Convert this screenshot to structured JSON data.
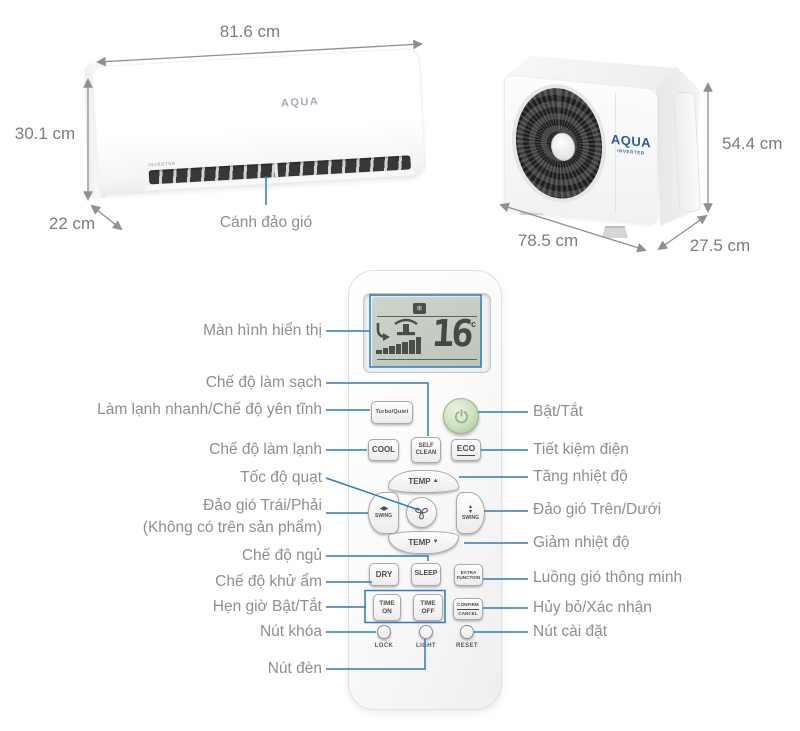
{
  "indoor_unit": {
    "brand": "AQUA",
    "inverter_label": "INVERTER",
    "dim_width": "81.6 cm",
    "dim_height": "30.1 cm",
    "dim_depth": "22 cm",
    "flap_callout": "Cánh đảo gió"
  },
  "outdoor_unit": {
    "brand": "AQUA",
    "inverter_label": "INVERTER",
    "dim_height": "54.4 cm",
    "dim_width": "78.5 cm",
    "dim_depth": "27.5 cm"
  },
  "remote": {
    "display": {
      "temperature": "16",
      "unit": "c",
      "mode": "snowflake-icon",
      "fan_level_bars": 7
    },
    "icons": {
      "snowflake": "❄",
      "arrow_up": "▲",
      "arrow_down": "▼",
      "arrow_left": "◀",
      "arrow_right": "▶"
    },
    "buttons": {
      "turbo_quiet": "Turbo/Quiet",
      "cool": "COOL",
      "self_clean": [
        "SELF",
        "CLEAN"
      ],
      "eco": "ECO",
      "temp_up": {
        "label": "TEMP",
        "arrow": "▲"
      },
      "temp_down": {
        "label": "TEMP",
        "arrow": "▼"
      },
      "swing_lr": {
        "label": "SWING"
      },
      "swing_ud": {
        "label": "SWING"
      },
      "dry": "DRY",
      "sleep": "SLEEP",
      "extra_function": [
        "EXTRA",
        "FUNCTION"
      ],
      "time_on": [
        "TIME",
        "ON"
      ],
      "time_off": [
        "TIME",
        "OFF"
      ],
      "confirm_cancel": [
        "CONFIRM",
        "CANCEL"
      ],
      "lock": "LOCK",
      "light": "LIGHT",
      "reset": "RESET"
    }
  },
  "callouts": {
    "left": [
      "Màn hình hiển thị",
      "Chế độ làm sạch",
      "Làm lạnh nhanh/Chế độ yên tĩnh",
      "Chế độ làm lạnh",
      "Tốc độ quạt",
      "Đảo gió Trái/Phải",
      "(Không có trên sản phẩm)",
      "Chế độ ngủ",
      "Chế độ khử ẩm",
      "Hẹn giờ Bật/Tắt",
      "Nút khóa",
      "Nút đèn"
    ],
    "right": [
      "Bật/Tắt",
      "Tiết kiệm điện",
      "Tăng nhiệt độ",
      "Đảo gió Trên/Dưới",
      "Giảm nhiệt độ",
      "Luồng gió thông minh",
      "Hủy bỏ/Xác nhận",
      "Nút cài đặt"
    ]
  },
  "colors": {
    "callout_blue": "#2f7ac0",
    "label_gray": "#8f8f8f",
    "dimension_gray": "#7d7d7d",
    "brand_blue": "#2b5caa",
    "power_button_green": "#cfe2c1",
    "lcd_background": "#c6cec3",
    "lcd_segment": "#49504a"
  }
}
